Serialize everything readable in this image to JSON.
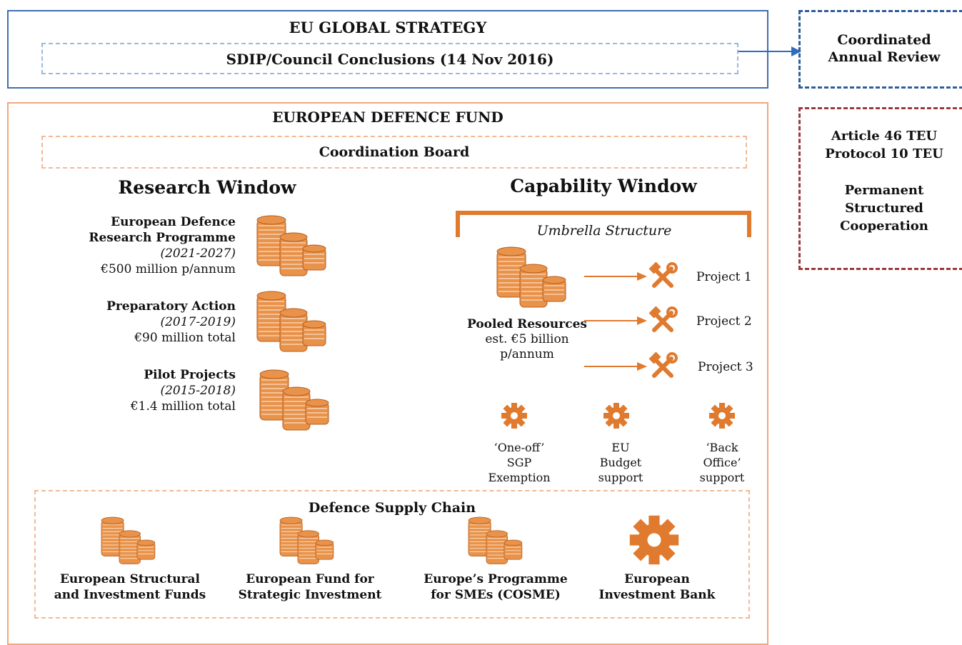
{
  "strategy": {
    "title": "EU GLOBAL STRATEGY",
    "sdip_label": "SDIP/Council Conclusions (14 Nov 2016)"
  },
  "annual_review": {
    "label_line1": "Coordinated",
    "label_line2": "Annual Review"
  },
  "fund": {
    "title": "EUROPEAN DEFENCE FUND",
    "coordination_board": "Coordination Board"
  },
  "pesco": {
    "line1": "Article 46 TEU",
    "line2": "Protocol 10 TEU",
    "line3": "Permanent",
    "line4": "Structured",
    "line5": "Cooperation"
  },
  "research_window": {
    "heading": "Research Window",
    "programmes": [
      {
        "name_line1": "European Defence",
        "name_line2": "Research Programme",
        "period": "(2021-2027)",
        "amount": "€500 million p/annum"
      },
      {
        "name_line1": "Preparatory Action",
        "period": "(2017-2019)",
        "amount": "€90 million total"
      },
      {
        "name_line1": "Pilot Projects",
        "period": "(2015-2018)",
        "amount": "€1.4 million total"
      }
    ]
  },
  "capability_window": {
    "heading": "Capability Window",
    "umbrella": "Umbrella Structure",
    "pooled_title": "Pooled Resources",
    "pooled_line2": "est. €5 billion",
    "pooled_line3": "p/annum",
    "projects": [
      "Project 1",
      "Project 2",
      "Project 3"
    ],
    "supports": [
      {
        "line1": "‘One-off’",
        "line2": "SGP",
        "line3": "Exemption"
      },
      {
        "line1": "EU",
        "line2": "Budget",
        "line3": "support"
      },
      {
        "line1": "‘Back",
        "line2": "Office’",
        "line3": "support"
      }
    ]
  },
  "supply_chain": {
    "title": "Defence Supply Chain",
    "items": [
      {
        "line1": "European Structural",
        "line2": "and Investment Funds"
      },
      {
        "line1": "European Fund for",
        "line2": "Strategic Investment"
      },
      {
        "line1": "Europe’s Programme",
        "line2": "for SMEs (COSME)"
      },
      {
        "line1": "European",
        "line2": "Investment Bank"
      }
    ]
  },
  "colors": {
    "strategy_border": "#3f6fb0",
    "review_border": "#2f5d9a",
    "fund_border": "#f0a878",
    "pesco_border": "#9b3a3a",
    "accent_orange": "#e07a2e",
    "coin_fill": "#e8924a"
  },
  "icons": {
    "coins": "coin-stack-icon",
    "tools": "hammer-wrench-icon",
    "gear": "gear-icon",
    "arrow": "arrow-right-icon"
  }
}
